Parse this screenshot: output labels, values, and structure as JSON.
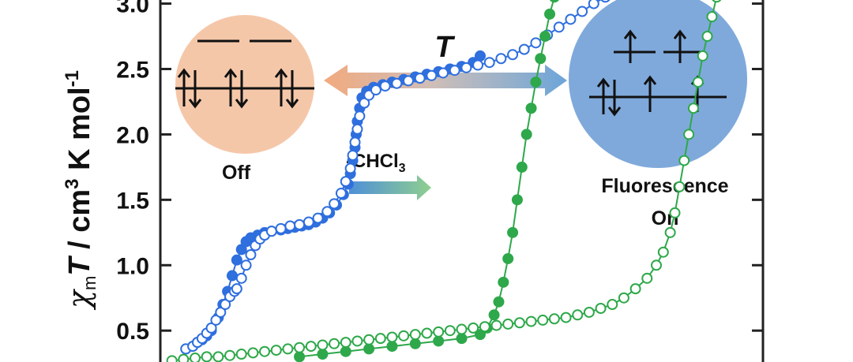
{
  "chart_data": {
    "type": "scatter",
    "ylabel_parts": {
      "chi": "χ",
      "m": "m",
      "T": "T",
      "unit_a": " / cm",
      "unit_sup": "3",
      "unit_b": " K mol",
      "unit_sup2": "-1"
    },
    "yticks": [
      "0.5",
      "1.0",
      "1.5",
      "2.0",
      "2.5",
      "3.0"
    ],
    "ytick_values": [
      0.5,
      1.0,
      1.5,
      2.0,
      2.5,
      3.0
    ],
    "ylim": [
      0.26,
      3.1
    ],
    "annotations": {
      "off_label": "Off",
      "fluor_label_1": "Fluorescence",
      "fluor_label_2": "On",
      "temperature": "T",
      "desolvation": "-CHCl",
      "desolvation_sub": "3"
    },
    "colors": {
      "blue": "#2f6fde",
      "green": "#2ea84a",
      "off_circle": "#f5c7a9",
      "on_circle": "#7fa9db",
      "arrow_orange": "#f0a070",
      "arrow_blue": "#5b9bd5"
    },
    "series": [
      {
        "color": "blue",
        "fill": "solid",
        "points": [
          [
            0.11,
            0.36
          ],
          [
            0.14,
            0.38
          ],
          [
            0.16,
            0.41
          ],
          [
            0.18,
            0.43
          ],
          [
            0.2,
            0.46
          ],
          [
            0.22,
            0.5
          ],
          [
            0.25,
            0.6
          ],
          [
            0.27,
            0.7
          ],
          [
            0.29,
            0.8
          ],
          [
            0.31,
            0.92
          ],
          [
            0.33,
            1.04
          ],
          [
            0.35,
            1.12
          ],
          [
            0.37,
            1.18
          ],
          [
            0.39,
            1.21
          ],
          [
            0.42,
            1.23
          ],
          [
            0.45,
            1.25
          ],
          [
            0.48,
            1.26
          ],
          [
            0.52,
            1.27
          ],
          [
            0.55,
            1.28
          ],
          [
            0.58,
            1.29
          ],
          [
            0.61,
            1.3
          ],
          [
            0.64,
            1.31
          ],
          [
            0.67,
            1.33
          ],
          [
            0.7,
            1.36
          ],
          [
            0.73,
            1.4
          ],
          [
            0.76,
            1.46
          ],
          [
            0.79,
            1.54
          ],
          [
            0.81,
            1.62
          ],
          [
            0.82,
            1.7
          ],
          [
            0.83,
            1.8
          ],
          [
            0.84,
            1.9
          ],
          [
            0.845,
            2.0
          ],
          [
            0.85,
            2.1
          ],
          [
            0.86,
            2.2
          ],
          [
            0.87,
            2.28
          ],
          [
            0.89,
            2.33
          ],
          [
            0.92,
            2.36
          ],
          [
            0.96,
            2.38
          ],
          [
            1.0,
            2.4
          ],
          [
            1.05,
            2.42
          ],
          [
            1.1,
            2.44
          ],
          [
            1.15,
            2.46
          ],
          [
            1.2,
            2.48
          ],
          [
            1.25,
            2.5
          ],
          [
            1.3,
            2.52
          ],
          [
            1.35,
            2.55
          ],
          [
            1.38,
            2.6
          ]
        ]
      },
      {
        "color": "blue",
        "fill": "open",
        "points": [
          [
            0.11,
            0.36
          ],
          [
            0.14,
            0.38
          ],
          [
            0.16,
            0.41
          ],
          [
            0.18,
            0.44
          ],
          [
            0.2,
            0.48
          ],
          [
            0.22,
            0.52
          ],
          [
            0.24,
            0.58
          ],
          [
            0.26,
            0.64
          ],
          [
            0.28,
            0.7
          ],
          [
            0.3,
            0.76
          ],
          [
            0.32,
            0.8
          ],
          [
            0.33,
            0.82
          ],
          [
            0.35,
            0.9
          ],
          [
            0.37,
            1.0
          ],
          [
            0.39,
            1.08
          ],
          [
            0.41,
            1.15
          ],
          [
            0.43,
            1.2
          ],
          [
            0.45,
            1.23
          ],
          [
            0.48,
            1.26
          ],
          [
            0.52,
            1.28
          ],
          [
            0.56,
            1.3
          ],
          [
            0.6,
            1.31
          ],
          [
            0.64,
            1.33
          ],
          [
            0.68,
            1.36
          ],
          [
            0.72,
            1.41
          ],
          [
            0.75,
            1.47
          ],
          [
            0.78,
            1.55
          ],
          [
            0.8,
            1.64
          ],
          [
            0.82,
            1.74
          ],
          [
            0.83,
            1.84
          ],
          [
            0.84,
            1.94
          ],
          [
            0.85,
            2.04
          ],
          [
            0.86,
            2.14
          ],
          [
            0.88,
            2.24
          ],
          [
            0.9,
            2.3
          ],
          [
            0.93,
            2.34
          ],
          [
            0.97,
            2.37
          ],
          [
            1.02,
            2.39
          ],
          [
            1.07,
            2.41
          ],
          [
            1.12,
            2.43
          ],
          [
            1.17,
            2.45
          ],
          [
            1.22,
            2.47
          ],
          [
            1.27,
            2.49
          ],
          [
            1.32,
            2.51
          ],
          [
            1.37,
            2.53
          ],
          [
            1.42,
            2.55
          ],
          [
            1.47,
            2.58
          ],
          [
            1.52,
            2.61
          ],
          [
            1.57,
            2.65
          ],
          [
            1.62,
            2.7
          ],
          [
            1.67,
            2.76
          ],
          [
            1.72,
            2.82
          ],
          [
            1.77,
            2.88
          ],
          [
            1.82,
            2.94
          ],
          [
            1.87,
            3.0
          ],
          [
            1.92,
            3.05
          ]
        ]
      },
      {
        "color": "green",
        "fill": "solid",
        "points": [
          [
            0.6,
            0.3
          ],
          [
            0.7,
            0.32
          ],
          [
            0.8,
            0.34
          ],
          [
            0.9,
            0.36
          ],
          [
            1.0,
            0.38
          ],
          [
            1.1,
            0.4
          ],
          [
            1.2,
            0.42
          ],
          [
            1.3,
            0.44
          ],
          [
            1.38,
            0.47
          ],
          [
            1.41,
            0.52
          ],
          [
            1.44,
            0.62
          ],
          [
            1.46,
            0.72
          ],
          [
            1.48,
            0.87
          ],
          [
            1.5,
            1.05
          ],
          [
            1.52,
            1.25
          ],
          [
            1.54,
            1.5
          ],
          [
            1.56,
            1.75
          ],
          [
            1.58,
            2.0
          ],
          [
            1.6,
            2.2
          ],
          [
            1.62,
            2.4
          ],
          [
            1.64,
            2.58
          ],
          [
            1.66,
            2.75
          ],
          [
            1.68,
            2.92
          ],
          [
            1.7,
            3.05
          ]
        ]
      },
      {
        "color": "green",
        "fill": "open",
        "points": [
          [
            0.05,
            0.27
          ],
          [
            0.1,
            0.28
          ],
          [
            0.15,
            0.29
          ],
          [
            0.2,
            0.3
          ],
          [
            0.25,
            0.3
          ],
          [
            0.3,
            0.31
          ],
          [
            0.35,
            0.32
          ],
          [
            0.4,
            0.33
          ],
          [
            0.45,
            0.34
          ],
          [
            0.5,
            0.35
          ],
          [
            0.55,
            0.36
          ],
          [
            0.6,
            0.37
          ],
          [
            0.65,
            0.38
          ],
          [
            0.7,
            0.39
          ],
          [
            0.75,
            0.4
          ],
          [
            0.8,
            0.41
          ],
          [
            0.85,
            0.42
          ],
          [
            0.9,
            0.43
          ],
          [
            0.95,
            0.44
          ],
          [
            1.0,
            0.45
          ],
          [
            1.05,
            0.46
          ],
          [
            1.1,
            0.47
          ],
          [
            1.15,
            0.48
          ],
          [
            1.2,
            0.49
          ],
          [
            1.25,
            0.5
          ],
          [
            1.3,
            0.51
          ],
          [
            1.35,
            0.52
          ],
          [
            1.4,
            0.53
          ],
          [
            1.45,
            0.54
          ],
          [
            1.5,
            0.55
          ],
          [
            1.55,
            0.56
          ],
          [
            1.6,
            0.57
          ],
          [
            1.65,
            0.58
          ],
          [
            1.7,
            0.59
          ],
          [
            1.75,
            0.6
          ],
          [
            1.8,
            0.62
          ],
          [
            1.85,
            0.64
          ],
          [
            1.9,
            0.67
          ],
          [
            1.95,
            0.7
          ],
          [
            2.0,
            0.75
          ],
          [
            2.05,
            0.82
          ],
          [
            2.1,
            0.9
          ],
          [
            2.14,
            1.0
          ],
          [
            2.17,
            1.1
          ],
          [
            2.2,
            1.25
          ],
          [
            2.22,
            1.4
          ],
          [
            2.24,
            1.6
          ],
          [
            2.26,
            1.8
          ],
          [
            2.28,
            2.0
          ],
          [
            2.3,
            2.2
          ],
          [
            2.32,
            2.4
          ],
          [
            2.34,
            2.6
          ],
          [
            2.36,
            2.75
          ],
          [
            2.38,
            2.9
          ],
          [
            2.4,
            3.05
          ]
        ]
      }
    ]
  }
}
